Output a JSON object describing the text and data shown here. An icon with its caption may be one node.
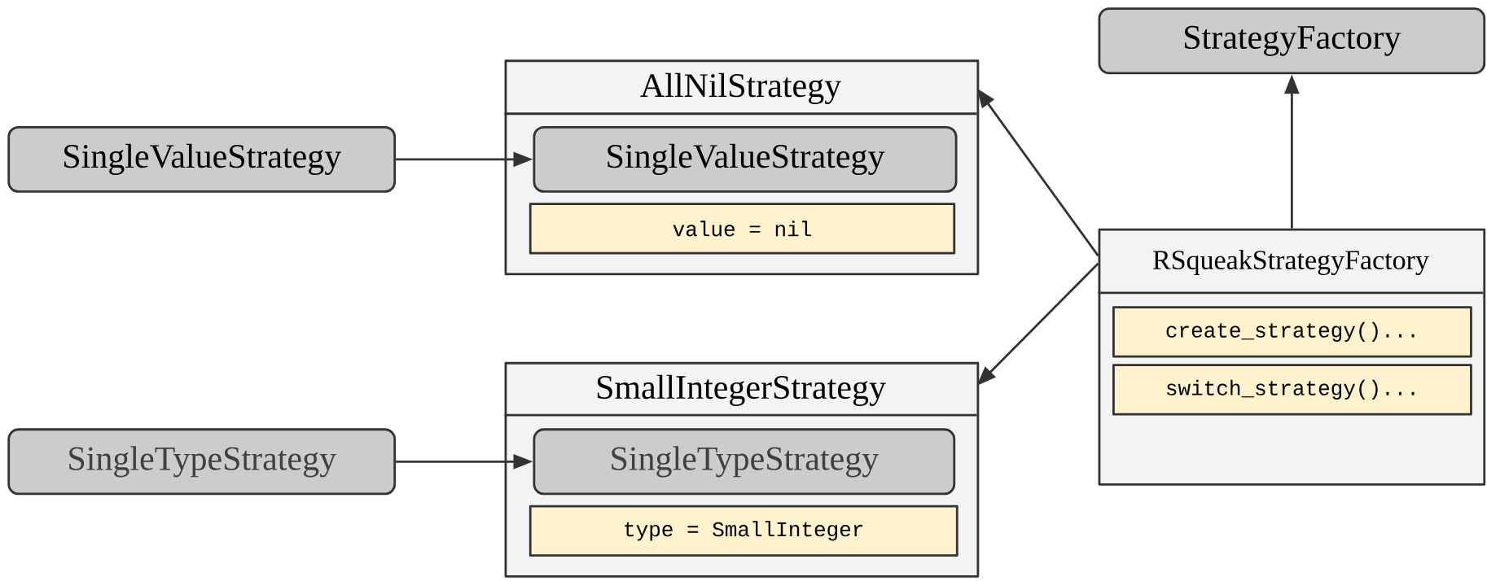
{
  "diagram": {
    "nodes": [
      {
        "text": [
          "AllNilStrategy"
        ]
      },
      {
        "text": [
          "SingleValueStrategy"
        ],
        "in": 0
      },
      {
        "text": [
          "value = nil"
        ],
        "in": 0
      },
      {
        "text": [
          "SingleValueStrategy"
        ]
      },
      {
        "text": [
          "SmallIntegerStrategy"
        ]
      },
      {
        "text": [
          "SingleTypeStrategy"
        ],
        "in": 4
      },
      {
        "text": [
          "type = SmallInteger"
        ],
        "in": 4
      },
      {
        "text": [
          "SingleTypeStrategy"
        ]
      },
      {
        "text": [
          "StrategyFactory"
        ]
      },
      {
        "text": [
          "RSqueakStrategyFactory"
        ]
      },
      {
        "text": [
          "create_strategy()..."
        ],
        "in": 9
      },
      {
        "text": [
          "switch_strategy()..."
        ],
        "in": 9
      }
    ],
    "edges": [
      {
        "from": 3,
        "to": 1,
        "arrow": "to"
      },
      {
        "from": 7,
        "to": 5,
        "arrow": "to"
      },
      {
        "from": 9,
        "to": 0,
        "arrow": "to"
      },
      {
        "from": 9,
        "to": 4,
        "arrow": "to"
      },
      {
        "from": 9,
        "to": 8,
        "arrow": "to"
      }
    ]
  }
}
